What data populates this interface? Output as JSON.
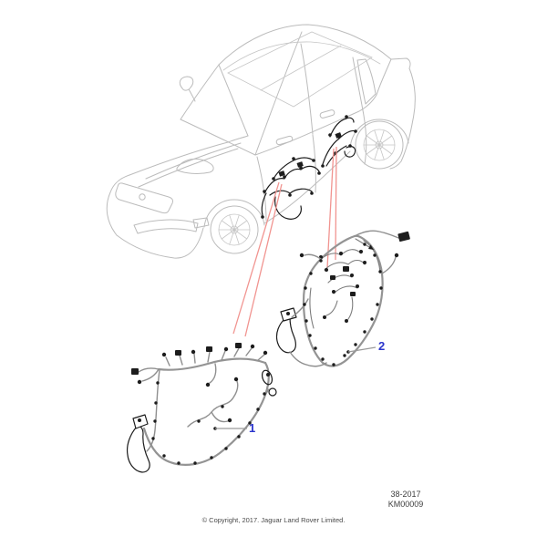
{
  "figure": {
    "sheet_ref": "38-2017",
    "drawing_no": "KM00009",
    "copyright": "© Copyright, 2017. Jaguar Land Rover Limited."
  },
  "callouts": [
    {
      "label": "1"
    },
    {
      "label": "2"
    }
  ],
  "colors": {
    "callout_blue": "#2b35cc",
    "leader_red": "#f19490",
    "leader_gray": "#9a9a9a",
    "vehicle_line": "#bcbcbc",
    "harness_line": "#8f8f8f",
    "connector_dark": "#1c1c1c",
    "text": "#3d3d3d"
  }
}
